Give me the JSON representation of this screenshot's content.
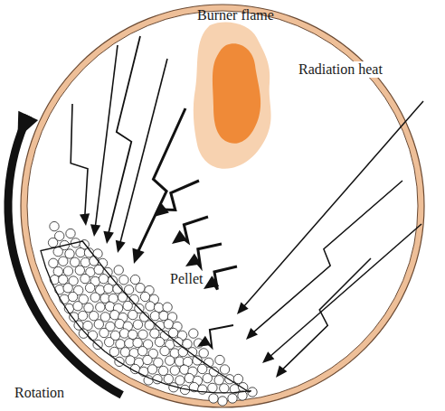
{
  "diagram": {
    "labels": [
      "Burner flame",
      "Radiation heat",
      "Pellet",
      "Rotation"
    ]
  }
}
